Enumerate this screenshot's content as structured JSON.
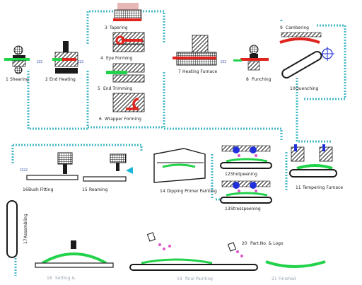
{
  "colors": {
    "conveyor_dotted": "#46b8c8",
    "hot_part": "#e0231d",
    "spring_green": "#22d24a",
    "machine_dark": "#1b1b1b",
    "grey": "#9aa3ad",
    "blue_nozzle": "#2130d8",
    "magenta_paint": "#e054c8",
    "cyan_arrow": "#19b5d8"
  },
  "steps": {
    "shearing": "Shearing",
    "end_heating": "End Heating",
    "tapering": "Tapering",
    "eye_forming": "Eye Forming",
    "end_trimming": "End Trimming",
    "wrapper_forming": "Wrapper Forming",
    "heating_furnace": "Heating Furnace",
    "punching": "Punching",
    "cambering": "Cambering",
    "quenching": "Quenching",
    "tempering_furnace": "Tempering Furnace",
    "shotpeening": "Shotpeening",
    "stresspeening": "Stresspeening",
    "dipping_primer_painting": "Dipping Primer Painting",
    "reaming": "Reaming",
    "bush_fitting": "Bush Fitting",
    "assembling": "Assembling",
    "setting": "Setting &",
    "final_painting": "final Painting",
    "part_no_logo": "Part.No. & Logo",
    "finished": "Finished"
  },
  "numbers": {
    "shearing": "1",
    "end_heating": "2",
    "tapering": "3",
    "eye_forming": "4",
    "end_trimming": "5",
    "wrapper_forming": "6",
    "heating_furnace": "7",
    "punching": "8",
    "cambering": "9",
    "quenching": "10",
    "tempering_furnace": "11",
    "shotpeening": "12",
    "stresspeening": "13",
    "dipping_primer_painting": "14",
    "reaming": "15",
    "bush_fitting": "16",
    "assembling": "17",
    "setting": "18",
    "final_painting": "19",
    "part_no_logo": "20",
    "finished": "21"
  },
  "tiny_tags": {
    "after_shearing": "ZZZ",
    "after_end_heating": "ZZZ",
    "after_heating_furnace": "ZZZ",
    "before_bush_fitting": "ZZZZ"
  }
}
